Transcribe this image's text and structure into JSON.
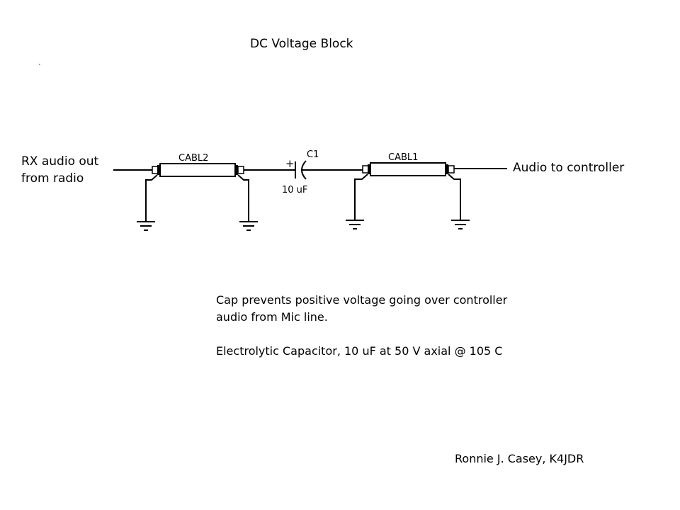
{
  "title": "DC Voltage Block",
  "input_label": {
    "line1": "RX audio out",
    "line2": "from radio"
  },
  "output_label": "Audio to controller",
  "components": {
    "cable2": {
      "ref": "CABL2",
      "type": "coax-cable"
    },
    "capacitor": {
      "ref": "C1",
      "value": "10 uF",
      "polarity_mark": "+",
      "type": "electrolytic-capacitor"
    },
    "cable1": {
      "ref": "CABL1",
      "type": "coax-cable"
    }
  },
  "grounds": [
    "cable2-left-shield",
    "cable2-right-shield",
    "cable1-left-shield",
    "cable1-right-shield"
  ],
  "notes": {
    "line1": "Cap prevents positive voltage going over controller",
    "line2": "audio from Mic line.",
    "line3": "Electrolytic Capacitor, 10 uF at 50 V axial @ 105 C"
  },
  "author": "Ronnie J. Casey, K4JDR"
}
